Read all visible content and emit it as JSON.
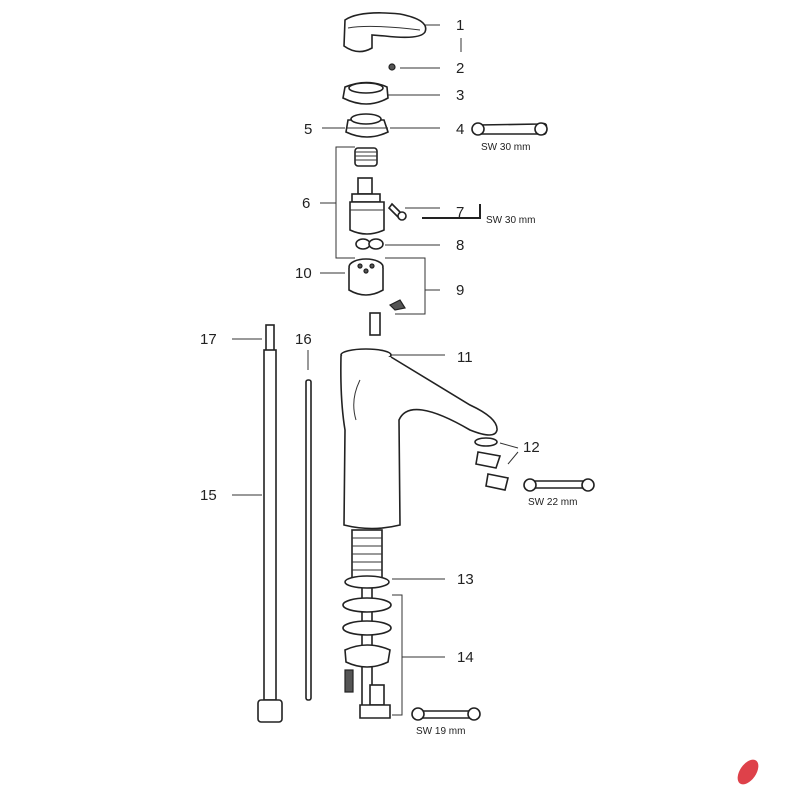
{
  "diagram": {
    "callouts": {
      "p1": "1",
      "p2": "2",
      "p3": "3",
      "p4": "4",
      "p5": "5",
      "p6": "6",
      "p7": "7",
      "p8": "8",
      "p9": "9",
      "p10": "10",
      "p11": "11",
      "p12": "12",
      "p13": "13",
      "p14": "14",
      "p15": "15",
      "p16": "16",
      "p17": "17"
    },
    "tools": {
      "wrench_4": "SW 30 mm",
      "hex_key_7": "SW 30 mm",
      "wrench_12": "SW 22 mm",
      "wrench_14": "SW 19 mm"
    },
    "colors": {
      "line": "#222222",
      "artifact": "#d8202a"
    }
  }
}
